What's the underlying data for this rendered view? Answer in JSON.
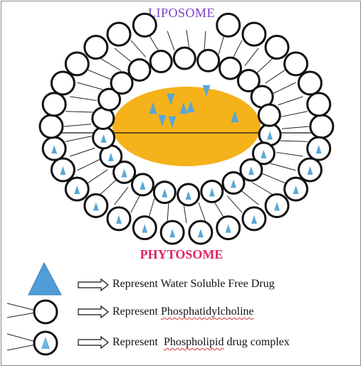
{
  "titles": {
    "top": "LIPOSOME",
    "bottom": "PHYTOSOME"
  },
  "colors": {
    "top_title": "#7b3fc4",
    "bottom_title": "#e0245e",
    "core": "#f6b21b",
    "drug": "#5aa7d6",
    "outline": "#111111"
  },
  "legend": [
    {
      "icon": "triangle-icon",
      "prefix": "Represent ",
      "term": "Water Soluble Free Drug",
      "term_marked": false
    },
    {
      "icon": "circle-icon",
      "prefix": "Represent ",
      "term": "Phosphatidylcholine",
      "term_marked": true
    },
    {
      "icon": "circle-with-triangle-icon",
      "prefix": "Represent  ",
      "term": "Phospholipid drug complex",
      "term_marked": true
    }
  ]
}
